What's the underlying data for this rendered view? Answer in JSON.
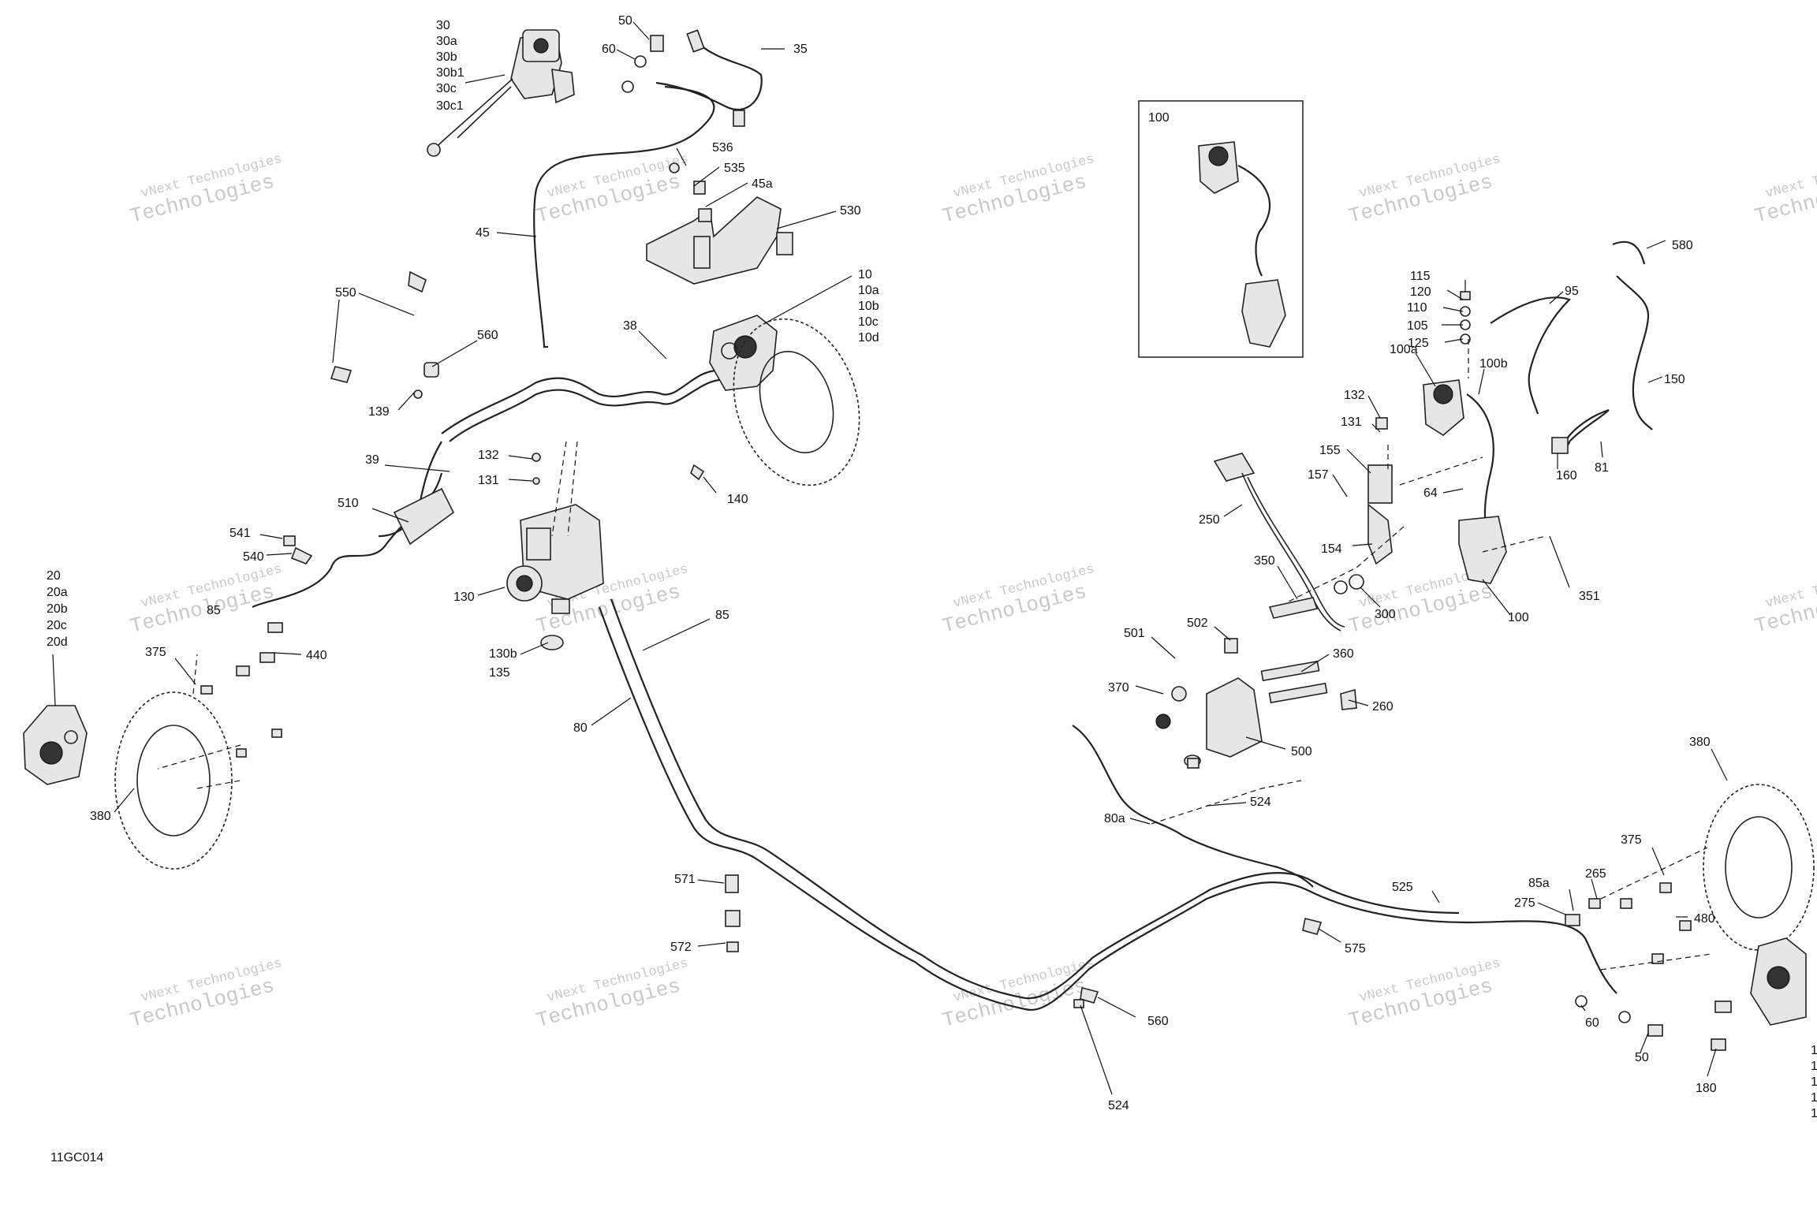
{
  "figure_code": "11GC014",
  "watermark_top": "vNext Technologies",
  "watermark_bottom": "Technologies",
  "inset_label": "100",
  "labels": {
    "l30": "30",
    "l30a": "30a",
    "l30b": "30b",
    "l30b1": "30b1",
    "l30c": "30c",
    "l30c1": "30c1",
    "l50_top": "50",
    "l60_top": "60",
    "l35": "35",
    "l536": "536",
    "l535": "535",
    "l45a": "45a",
    "l45": "45",
    "l530": "530",
    "l10": "10",
    "l10a": "10a",
    "l10b": "10b",
    "l10c": "10c",
    "l10d": "10d",
    "l550": "550",
    "l560_top": "560",
    "l139": "139",
    "l38": "38",
    "l132_left": "132",
    "l131_left": "131",
    "l39": "39",
    "l140": "140",
    "l510": "510",
    "l541": "541",
    "l540": "540",
    "l130": "130",
    "l130b": "130b",
    "l135": "135",
    "l85_left": "85",
    "l80": "80",
    "l85_main": "85",
    "l20": "20",
    "l20a": "20a",
    "l20b": "20b",
    "l20c": "20c",
    "l20d": "20d",
    "l375_left": "375",
    "l440": "440",
    "l380_left": "380",
    "l571": "571",
    "l572": "572",
    "l115": "115",
    "l120": "120",
    "l110": "110",
    "l105": "105",
    "l125": "125",
    "l95": "95",
    "l580": "580",
    "l100a": "100a",
    "l100b": "100b",
    "l150": "150",
    "l132_right": "132",
    "l131_right": "131",
    "l155": "155",
    "l157": "157",
    "l160": "160",
    "l81": "81",
    "l64": "64",
    "l250": "250",
    "l154": "154",
    "l351": "351",
    "l350": "350",
    "l300": "300",
    "l100_main": "100",
    "l501": "501",
    "l502": "502",
    "l360": "360",
    "l370": "370",
    "l260": "260",
    "l500": "500",
    "l524_mid": "524",
    "l80a": "80a",
    "l380_right": "380",
    "l375_right": "375",
    "l265": "265",
    "l85a": "85a",
    "l525": "525",
    "l275": "275",
    "l480": "480",
    "l575": "575",
    "l60_bottom": "60",
    "l50_bottom": "50",
    "l180": "180",
    "l560_bottom": "560",
    "l524_bottom": "524",
    "edge1": "1",
    "edge2": "1",
    "edge3": "1",
    "edge4": "1",
    "edge5": "1"
  }
}
